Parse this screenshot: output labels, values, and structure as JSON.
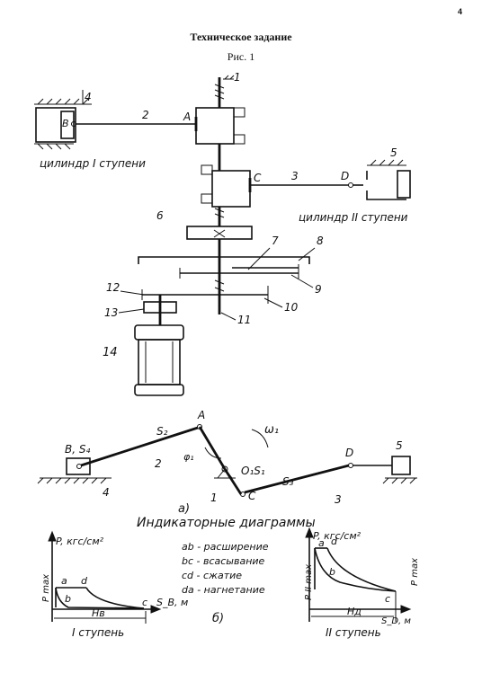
{
  "page": {
    "number": "4",
    "title": "Техническое задание",
    "figure_caption": "Рис. 1"
  },
  "scheme": {
    "labels": {
      "n1": "1",
      "n2": "2",
      "n3": "3",
      "n4": "4",
      "n5": "5",
      "n6": "6",
      "n7": "7",
      "n8": "8",
      "n9": "9",
      "n10": "10",
      "n11": "11",
      "n12": "12",
      "n13": "13",
      "n14": "14",
      "point_a": "A",
      "point_b": "B",
      "point_c": "C",
      "point_d": "D"
    },
    "cylinder_1_caption": "цилиндр I ступени",
    "cylinder_2_caption": "цилиндр II ступени"
  },
  "kinematic": {
    "labels": {
      "a": "A",
      "s2": "S₂",
      "b_s4": "B, S₄",
      "n2": "2",
      "n4": "4",
      "phi1": "φ₁",
      "o1_s1": "O₁S₁",
      "omega1": "ω₁",
      "n1": "1",
      "c": "C",
      "s3": "S₃",
      "n3": "3",
      "d": "D",
      "n5": "5"
    },
    "subfigure_label": "a)"
  },
  "diagrams": {
    "heading": "Индикаторные диаграммы",
    "subfigure_label": "б)",
    "legend": [
      "ab - расширение",
      "bc - всасывание",
      "cd - сжатие",
      "da - нагнетание"
    ],
    "stage1": {
      "y_axis": "P, кгс/см²",
      "p_max": "P max",
      "a": "a",
      "b": "b",
      "c": "c",
      "d": "d",
      "x_axis": "S_B, м",
      "stroke": "Hв",
      "caption": "I ступень"
    },
    "stage2": {
      "y_axis": "P, кгс/см²",
      "p_max_left": "P II max",
      "p_max_right": "P max",
      "a": "a",
      "b": "b",
      "c": "c",
      "d": "d",
      "x_axis": "S_D, м",
      "stroke": "Hд",
      "caption": "II ступень"
    }
  }
}
